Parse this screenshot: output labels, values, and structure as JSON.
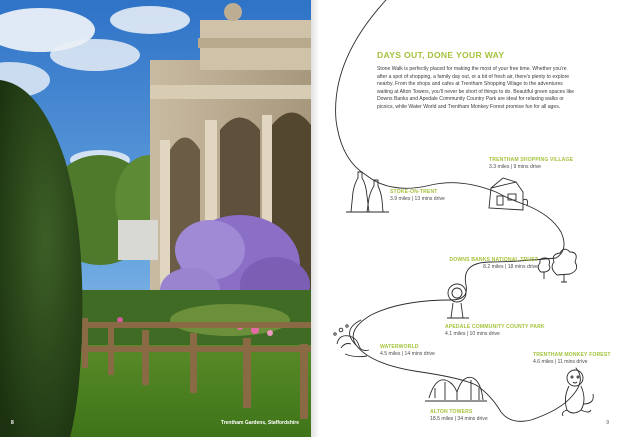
{
  "left_page": {
    "page_number": "8",
    "caption": "Trentham Gardens, Staffordshire"
  },
  "right_page": {
    "heading": "DAYS OUT, DONE YOUR WAY",
    "intro": "Stone Walk is perfectly placed for making the most of your free time. Whether you're after a spot of shopping, a family day out, or a bit of fresh air, there's plenty to explore nearby. From the shops and cafes at Trentham Shopping Village to the adventures waiting at Alton Towers, you'll never be short of things to do. Beautiful green spaces like Downs Banks and Apedale Community Country Park are ideal for relaxing walks or picnics, while Water World and Trentham Monkey Forest promise fun for all ages.",
    "page_number": "9",
    "stops": [
      {
        "name": "TRENTHAM SHOPPING VILLAGE",
        "distance": "3.3 miles | 9 mins drive",
        "icon": "shop-icon"
      },
      {
        "name": "STOKE-ON-TRENT",
        "distance": "3.9 miles | 13 mins drive",
        "icon": "bottle-kiln-icon"
      },
      {
        "name": "DOWNS BANKS NATIONAL TRUST",
        "distance": "8.2 miles | 18 mins drive",
        "icon": "trees-icon"
      },
      {
        "name": "APEDALE COMMUNITY COUNTY PARK",
        "distance": "4.1 miles | 10 mins drive",
        "icon": "park-sign-icon"
      },
      {
        "name": "WATERWORLD",
        "distance": "4.5 miles | 14 mins drive",
        "icon": "water-slide-icon"
      },
      {
        "name": "TRENTHAM MONKEY FOREST",
        "distance": "4.6 miles | 11 mins drive",
        "icon": "monkey-icon"
      },
      {
        "name": "ALTON TOWERS",
        "distance": "18.5 miles | 34 mins drive",
        "icon": "rollercoaster-icon"
      }
    ]
  },
  "colors": {
    "accent_green": "#a5c23b",
    "body_text": "#3a3a3a",
    "line": "#2b2b2b"
  }
}
